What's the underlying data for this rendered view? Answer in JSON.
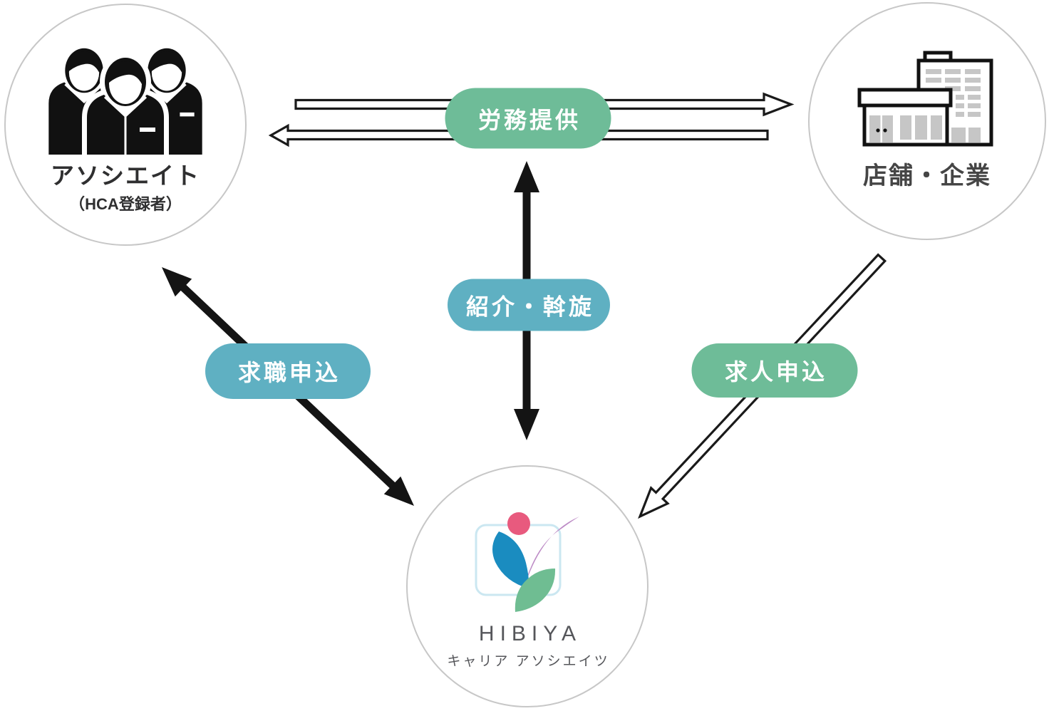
{
  "nodes": {
    "associate": {
      "title": "アソシエイト",
      "subtitle": "（HCA登録者）",
      "icon": "people-icon"
    },
    "company": {
      "title": "店舗・企業",
      "icon": "buildings-icon"
    },
    "agency": {
      "name": "HIBIYA",
      "name_sub": "キャリア アソシエイツ",
      "icon": "hibiya-flower-logo"
    }
  },
  "labels": {
    "labor": "労務提供",
    "referral": "紹介・斡旋",
    "job_request": "求職申込",
    "hire_request": "求人申込"
  },
  "colors": {
    "pill-green": "#6ebc98",
    "pill-teal": "#5fb0c2",
    "arrow-black": "#141414",
    "outline-black": "#1a1a1a",
    "circle-border": "#c7c7c7",
    "title-dark": "#2f2f30",
    "company-title": "#454545",
    "icon-black": "#111111",
    "icon-gray": "#c6c6c6",
    "logo-pink": "#e85a7e",
    "logo-blue": "#1a8cc0",
    "logo-purple": "#bd8cc6",
    "logo-green": "#6fbd92",
    "logo-frame": "#cbe7f1",
    "logo-text": "#55565a"
  }
}
